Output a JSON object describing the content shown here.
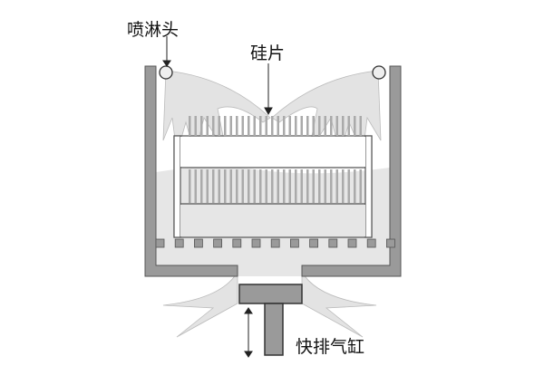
{
  "labels": {
    "spray_head": "喷淋头",
    "wafer": "硅片",
    "cylinder": "快排气缸"
  },
  "colors": {
    "wall": "#9a9a9a",
    "liquid": "#e4e4e4",
    "outline": "#444444"
  }
}
